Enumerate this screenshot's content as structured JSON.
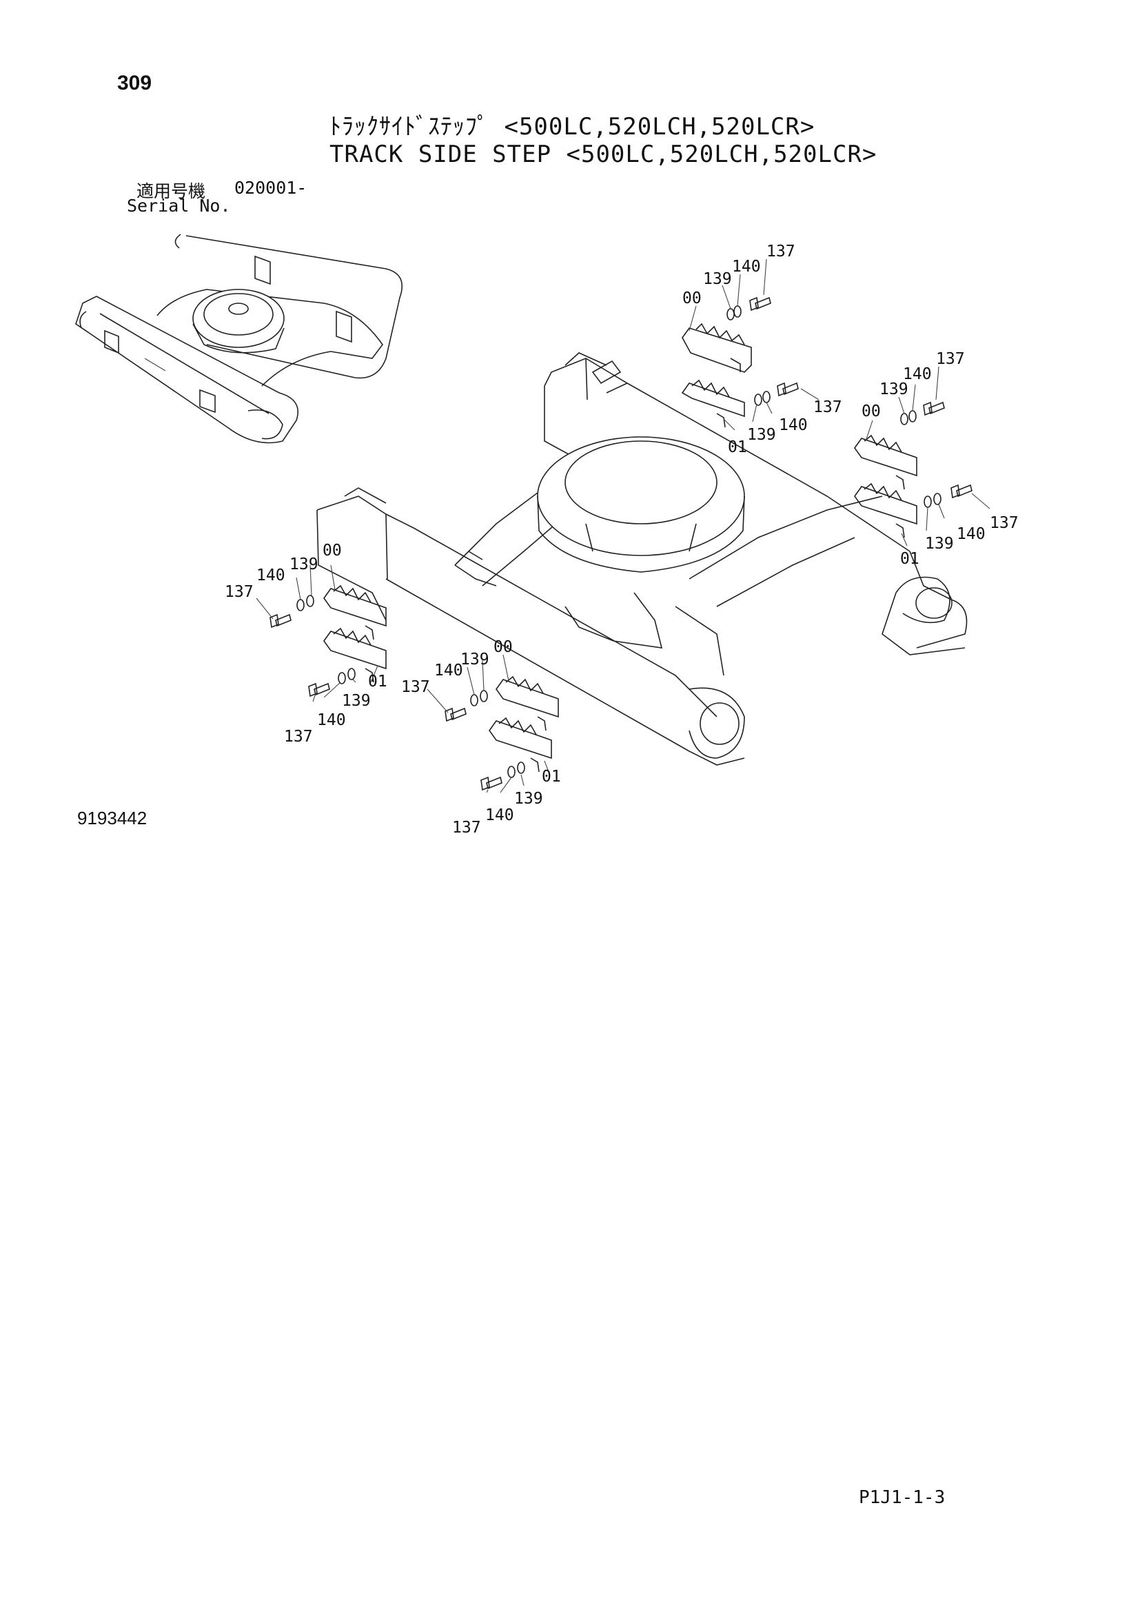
{
  "header": {
    "page_number": "309",
    "title_jp": "ﾄﾗｯｸｻｲﾄﾞｽﾃｯﾌﾟ <500LC,520LCH,520LCR>",
    "title_en": "TRACK SIDE STEP <500LC,520LCH,520LCR>"
  },
  "serial": {
    "label_jp": "適用号機",
    "value": "020001-",
    "label_en": "Serial No."
  },
  "figure": {
    "number": "9193442",
    "callouts": [
      "137",
      "140",
      "139",
      "00",
      "01"
    ]
  },
  "footer": {
    "page_code": "P1J1-1-3"
  }
}
